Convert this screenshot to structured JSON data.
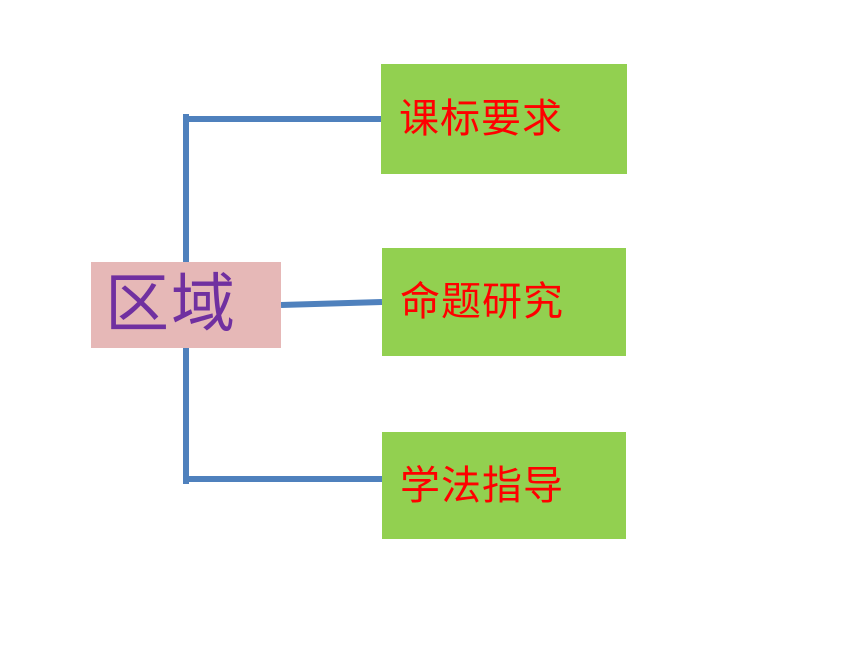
{
  "diagram": {
    "root": {
      "label": "区域",
      "fill": "#e6b8b7",
      "text_color": "#7030a0"
    },
    "children": [
      {
        "label": "课标要求"
      },
      {
        "label": "命题研究"
      },
      {
        "label": "学法指导"
      }
    ],
    "child_fill": "#92d050",
    "child_text_color": "#ff0000",
    "connector_color": "#4f81bd"
  }
}
